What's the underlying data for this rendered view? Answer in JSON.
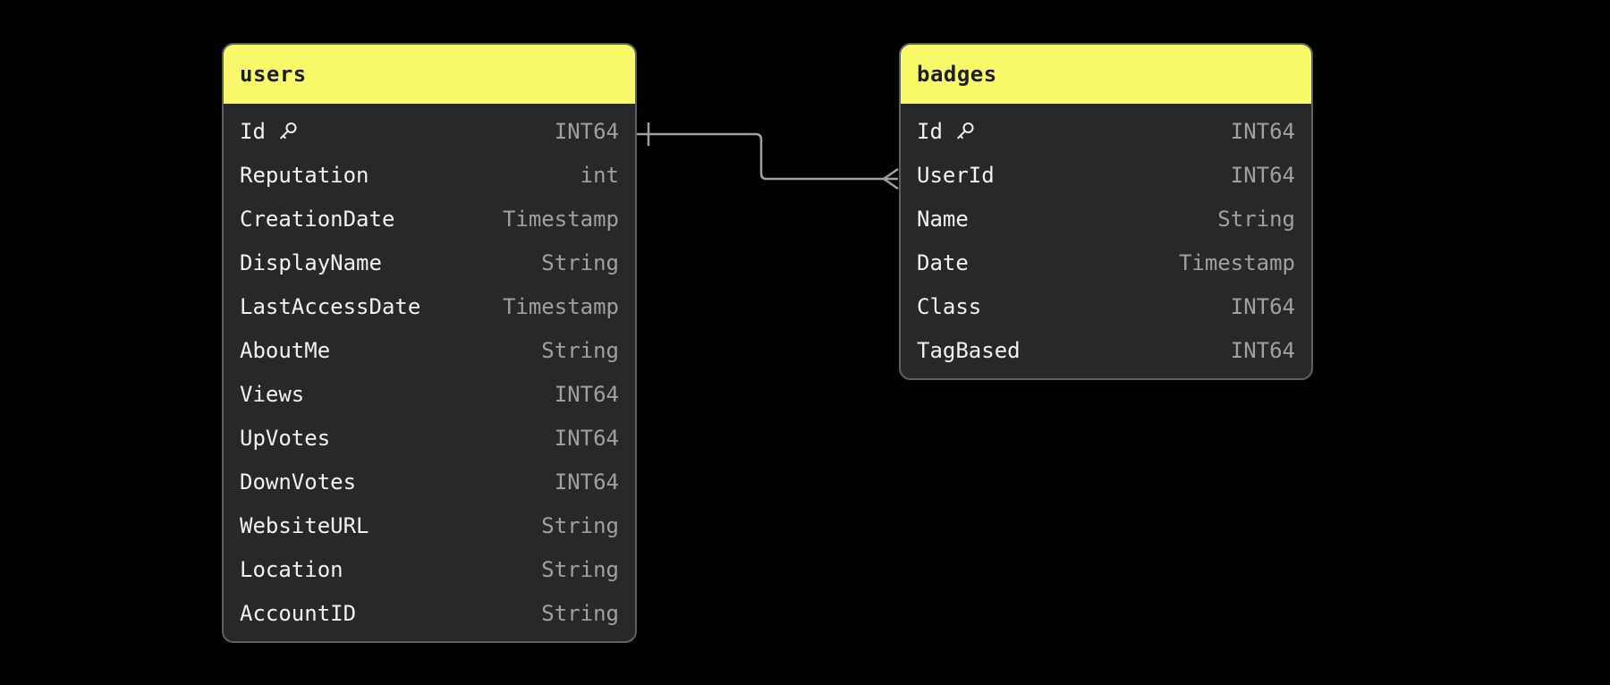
{
  "theme": {
    "background": "#000000",
    "header_bg": "#f9fa69",
    "header_text": "#1f1f1f",
    "card_bg": "#282828",
    "card_border": "#5f5f5f",
    "column_name_color": "#f1f1f1",
    "column_type_color": "#9fa0a3",
    "connector_color": "#a0a0a0"
  },
  "tables": [
    {
      "name": "users",
      "columns": [
        {
          "name": "Id",
          "type": "INT64",
          "key": true
        },
        {
          "name": "Reputation",
          "type": "int"
        },
        {
          "name": "CreationDate",
          "type": "Timestamp"
        },
        {
          "name": "DisplayName",
          "type": "String"
        },
        {
          "name": "LastAccessDate",
          "type": "Timestamp"
        },
        {
          "name": "AboutMe",
          "type": "String"
        },
        {
          "name": "Views",
          "type": "INT64"
        },
        {
          "name": "UpVotes",
          "type": "INT64"
        },
        {
          "name": "DownVotes",
          "type": "INT64"
        },
        {
          "name": "WebsiteURL",
          "type": "String"
        },
        {
          "name": "Location",
          "type": "String"
        },
        {
          "name": "AccountID",
          "type": "String"
        }
      ]
    },
    {
      "name": "badges",
      "columns": [
        {
          "name": "Id",
          "type": "INT64",
          "key": true
        },
        {
          "name": "UserId",
          "type": "INT64"
        },
        {
          "name": "Name",
          "type": "String"
        },
        {
          "name": "Date",
          "type": "Timestamp"
        },
        {
          "name": "Class",
          "type": "INT64"
        },
        {
          "name": "TagBased",
          "type": "INT64"
        }
      ]
    }
  ],
  "relationship": {
    "from_table": "users",
    "from_column": "Id",
    "to_table": "badges",
    "to_column": "UserId",
    "cardinality": "one-to-many"
  }
}
